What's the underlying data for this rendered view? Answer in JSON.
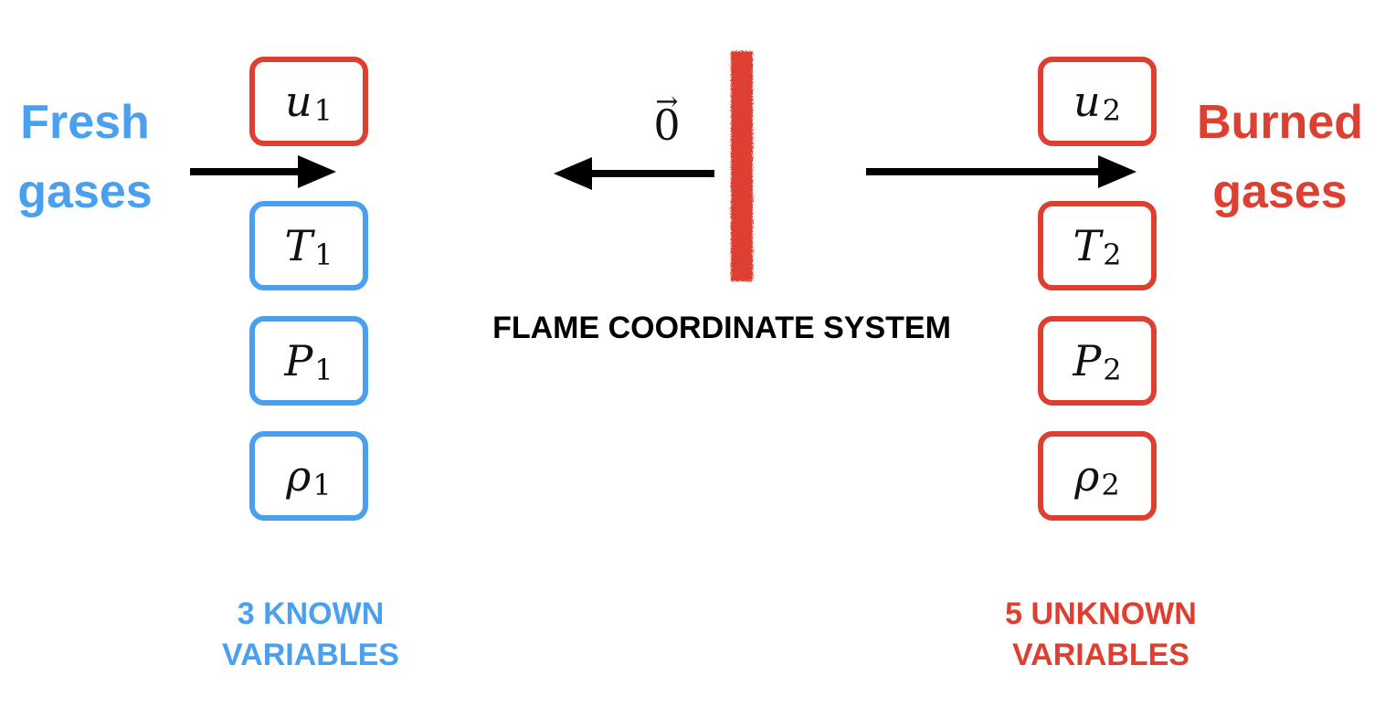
{
  "fresh_label": [
    "Fresh",
    "gases"
  ],
  "burned_label": [
    "Burned",
    "gases"
  ],
  "left_vars": [
    {
      "sym": "u",
      "sub": "1"
    },
    {
      "sym": "T",
      "sub": "1"
    },
    {
      "sym": "P",
      "sub": "1"
    },
    {
      "sym": "ρ",
      "sub": "1"
    }
  ],
  "right_vars": [
    {
      "sym": "u",
      "sub": "2"
    },
    {
      "sym": "T",
      "sub": "2"
    },
    {
      "sym": "P",
      "sub": "2"
    },
    {
      "sym": "ρ",
      "sub": "2"
    }
  ],
  "flame_velocity": {
    "vec": "→",
    "value": "0"
  },
  "system_label": "FLAME COORDINATE SYSTEM",
  "known_caption": [
    "3 KNOWN",
    "VARIABLES"
  ],
  "unknown_caption": [
    "5 UNKNOWN",
    "VARIABLES"
  ],
  "colors": {
    "fresh": "#4aa0ef",
    "burned": "#dd4031",
    "arrow": "#000000"
  }
}
